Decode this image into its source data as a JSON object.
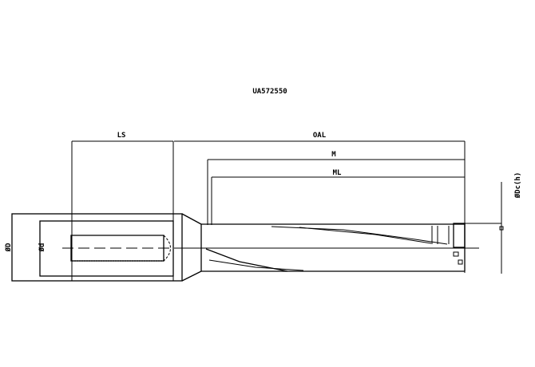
{
  "drawing": {
    "title": "UA572550",
    "dimensions": {
      "shank_length": "LS",
      "overall_length": "OAL",
      "body_length": "M",
      "flute_length": "ML",
      "shank_diameter": "ØD",
      "bore_diameter": "Ød",
      "cutting_diameter": "ØDc(h)"
    }
  }
}
